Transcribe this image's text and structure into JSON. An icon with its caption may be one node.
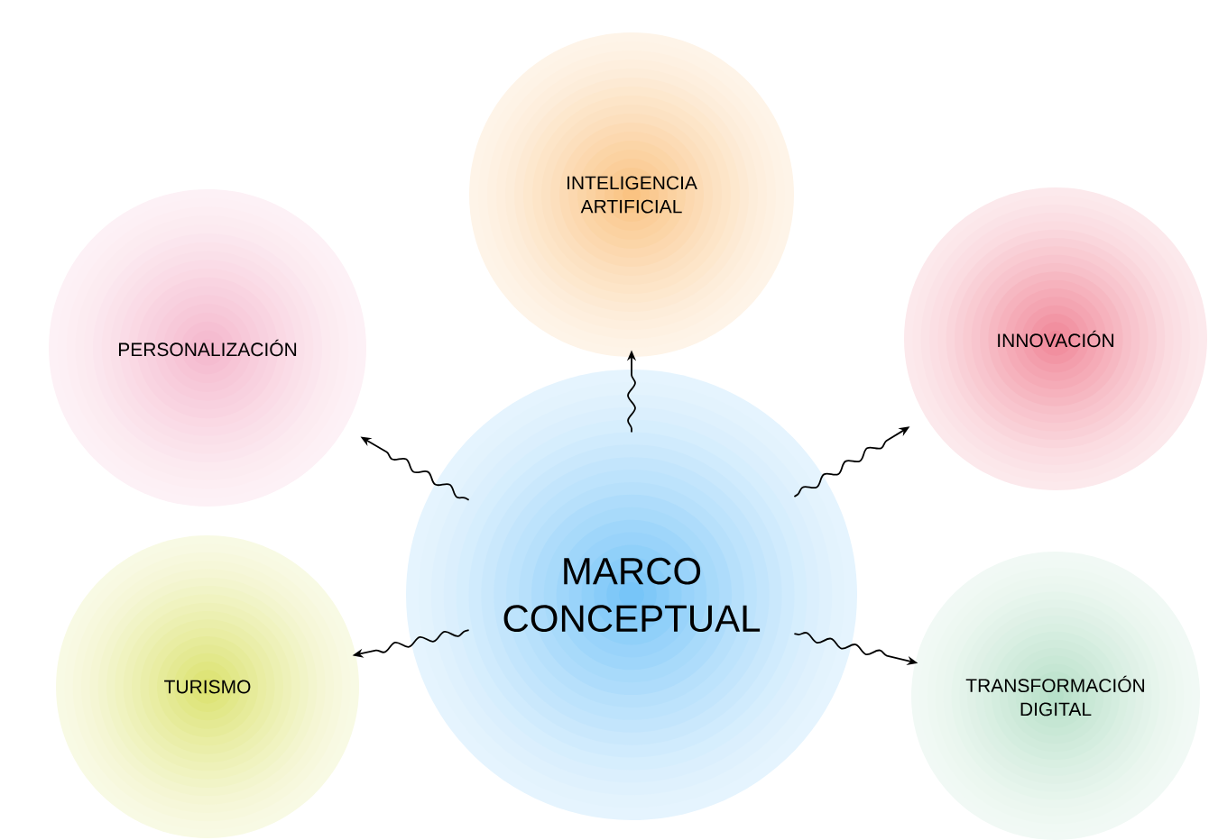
{
  "diagram": {
    "nodes": [
      {
        "text": [
          "MARCO CONCEPTUAL"
        ]
      },
      {
        "text": [
          "INTELIGENCIA ARTIFICIAL"
        ]
      },
      {
        "text": [
          "PERSONALIZACIÓN"
        ]
      },
      {
        "text": [
          "INNOVACIÓN"
        ]
      },
      {
        "text": [
          "TURISMO"
        ]
      },
      {
        "text": [
          "TRANSFORMACIÓN DIGITAL"
        ]
      }
    ],
    "edges": [
      {
        "from": 0,
        "to": 1,
        "arrow": "to"
      },
      {
        "from": 0,
        "to": 2,
        "arrow": "to"
      },
      {
        "from": 0,
        "to": 3,
        "arrow": "to"
      },
      {
        "from": 0,
        "to": 4,
        "arrow": "to"
      },
      {
        "from": 0,
        "to": 5,
        "arrow": "to"
      }
    ]
  }
}
